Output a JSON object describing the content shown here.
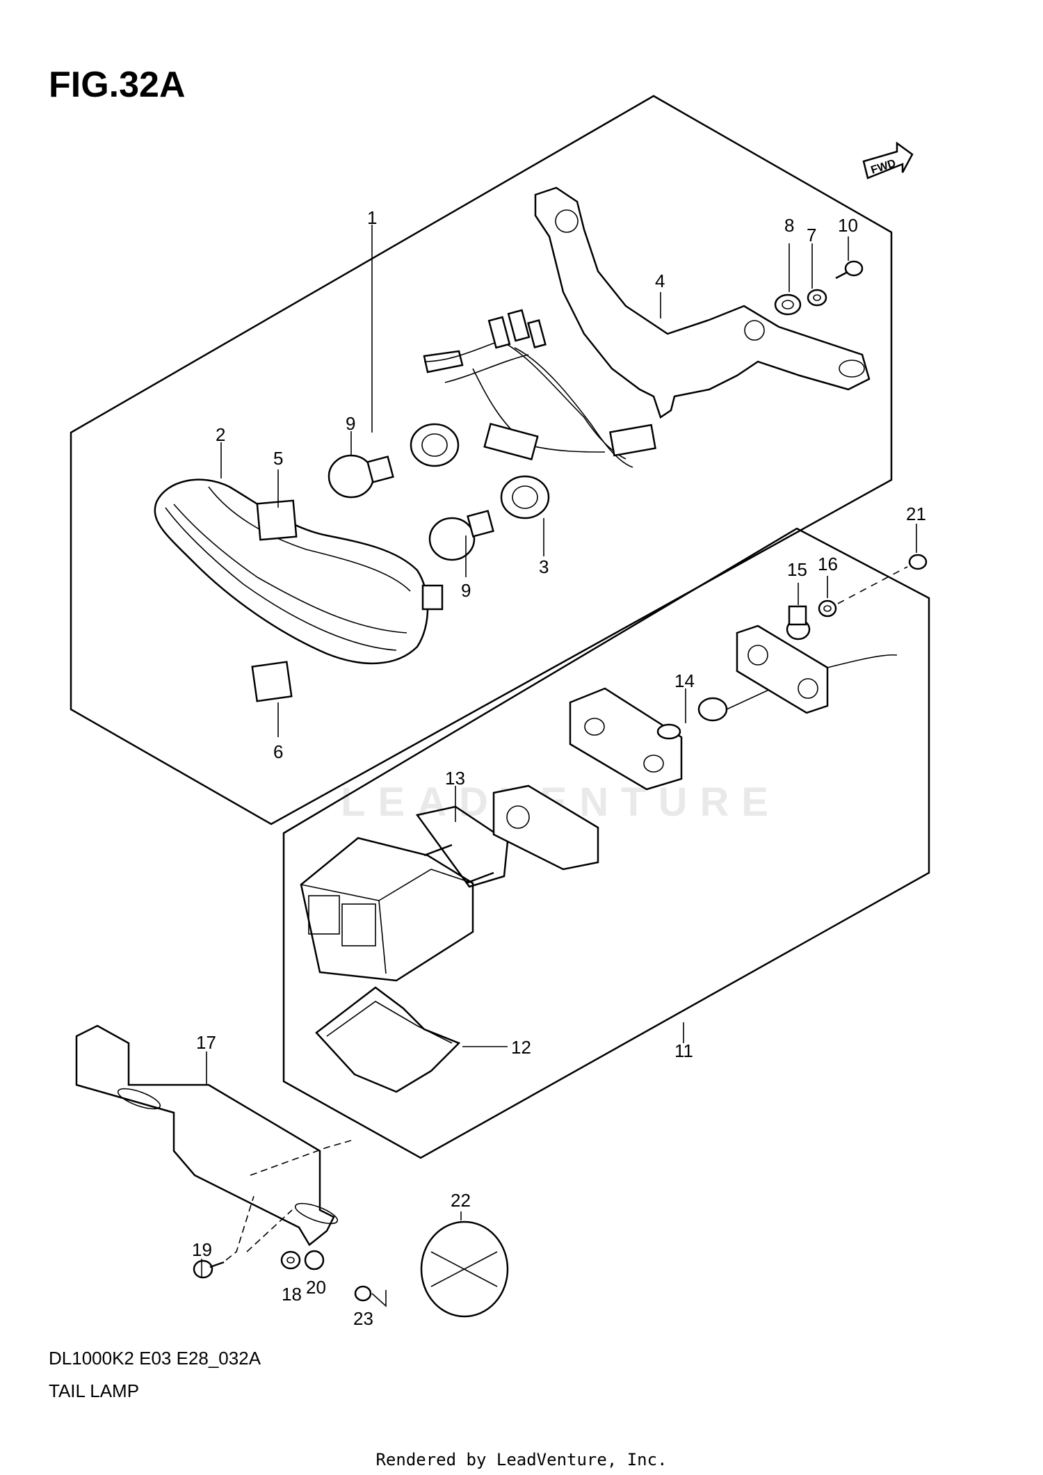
{
  "figure": {
    "title": "FIG.32A",
    "direction_tag": "FWD",
    "watermark": "LEADVENTURE",
    "footer_code": "DL1000K2 E03 E28_032A",
    "footer_name": "TAIL LAMP",
    "rendered_by": "Rendered by LeadVenture, Inc."
  },
  "callouts": [
    "1",
    "2",
    "3",
    "4",
    "5",
    "6",
    "7",
    "8",
    "9",
    "9",
    "10",
    "11",
    "12",
    "13",
    "14",
    "15",
    "16",
    "17",
    "18",
    "19",
    "20",
    "21",
    "22",
    "23"
  ]
}
